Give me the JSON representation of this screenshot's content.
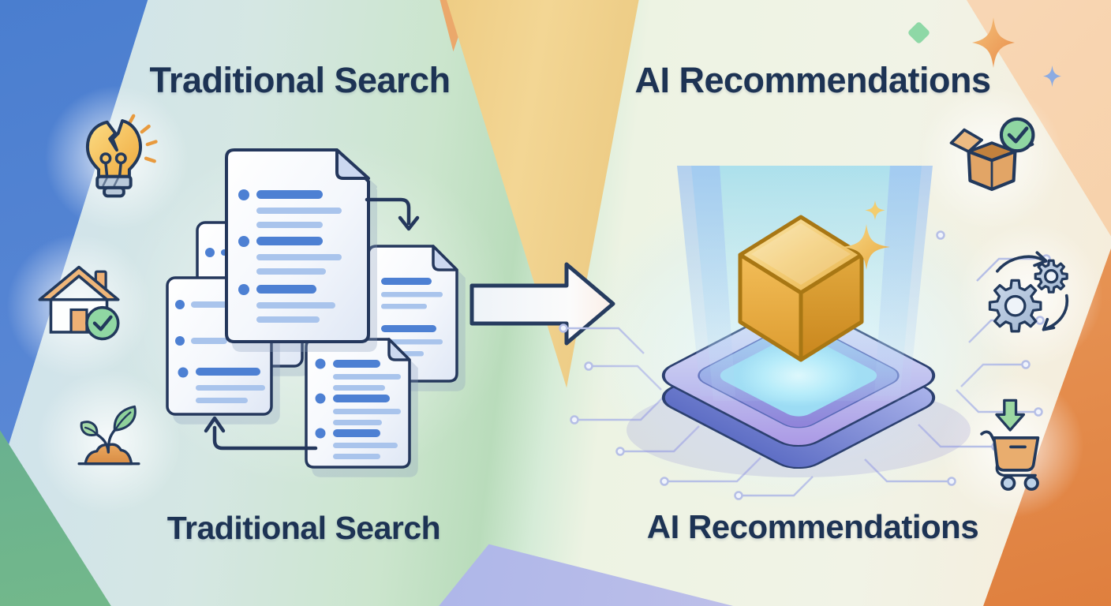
{
  "left_panel": {
    "title_top": "Traditional Search",
    "title_bottom": "Traditional Search",
    "icon_names": [
      "broken-lightbulb-icon",
      "house-check-icon",
      "sprout-icon"
    ],
    "illustration": "stack-of-five-documents-with-cycle-arrows",
    "documents_count": 5
  },
  "center": {
    "icon_name": "right-arrow-icon"
  },
  "right_panel": {
    "title_top": "AI Recommendations",
    "title_bottom": "AI Recommendations",
    "icon_names": [
      "open-box-check-icon",
      "gears-sync-icon",
      "cart-download-icon"
    ],
    "illustration": "golden-cube-on-glowing-ai-platform-with-circuits-and-sparkles"
  },
  "colors": {
    "title_navy": "#1d3354",
    "outline_navy": "#22395c",
    "gold_band": "#e3b257",
    "doc_line_blue": "#4d80d3",
    "doc_line_light": "#a9c4ec",
    "success_green": "#8fd6a2",
    "accent_orange": "#e8a763",
    "cube_gold": "#eebb4d",
    "platform_cyan": "#aeeaf9",
    "platform_purple": "#9c8ce0",
    "circuit_lavender": "#b6bfe6"
  }
}
